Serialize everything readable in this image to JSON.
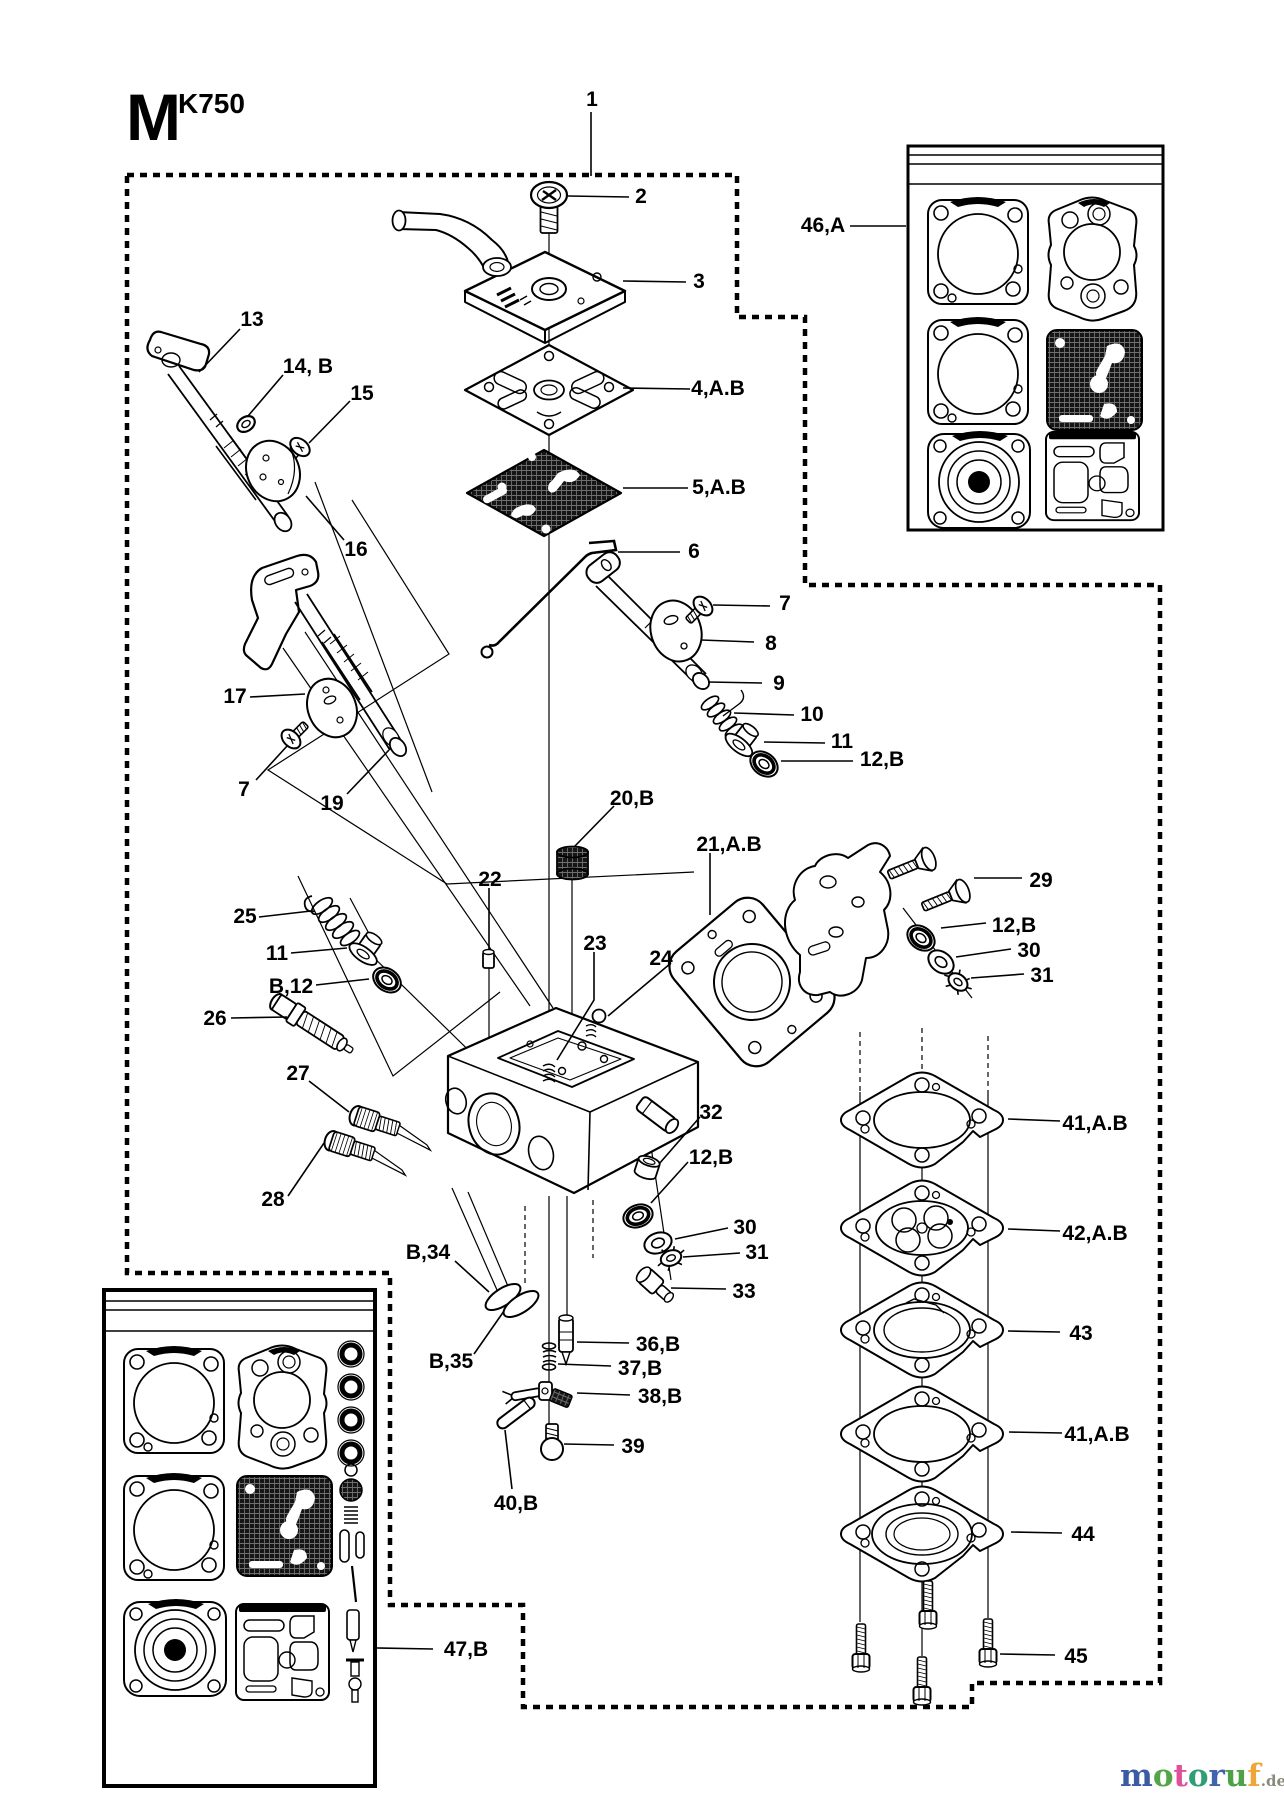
{
  "header": {
    "section_letter": "M",
    "model": "K750"
  },
  "callouts": {
    "c1": "1",
    "c2": "2",
    "c3": "3",
    "c4": "4,A.B",
    "c5": "5,A.B",
    "c6": "6",
    "c7r": "7",
    "c8": "8",
    "c9": "9",
    "c10": "10",
    "c11r": "11",
    "c12br": "12,B",
    "c13": "13",
    "c14b": "14, B",
    "c15": "15",
    "c16": "16",
    "c17": "17",
    "c7l": "7",
    "c19": "19",
    "c20b": "20,B",
    "c21ab": "21,A.B",
    "c22": "22",
    "c23": "23",
    "c24": "24",
    "c25": "25",
    "c11l": "11",
    "cb12": "B,12",
    "c26": "26",
    "c27": "27",
    "c28": "28",
    "c29": "29",
    "c12b2": "12,B",
    "c30r": "30",
    "c31r": "31",
    "c32": "32",
    "c12b3": "12,B",
    "c30c": "30",
    "c31c": "31",
    "c33": "33",
    "cb34": "B,34",
    "cb35": "B,35",
    "c36b": "36,B",
    "c37b": "37,B",
    "c38b": "38,B",
    "c39": "39",
    "c40b": "40,B",
    "c41ab1": "41,A.B",
    "c42ab": "42,A.B",
    "c43": "43",
    "c41ab2": "41,A.B",
    "c44": "44",
    "c45": "45",
    "c46a": "46,A",
    "c47b": "47,B"
  },
  "watermark": {
    "letters": [
      {
        "ch": "m",
        "color": "#3b5ba5"
      },
      {
        "ch": "o",
        "color": "#52a646"
      },
      {
        "ch": "t",
        "color": "#e0509d"
      },
      {
        "ch": "o",
        "color": "#2f9e77"
      },
      {
        "ch": "r",
        "color": "#4063ae"
      },
      {
        "ch": "u",
        "color": "#4fa148"
      },
      {
        "ch": "f",
        "color": "#eda63a"
      }
    ],
    "suffix": ".de",
    "suffix_color": "#8a8a7a"
  },
  "colors": {
    "ink": "#000000",
    "background": "#ffffff"
  }
}
